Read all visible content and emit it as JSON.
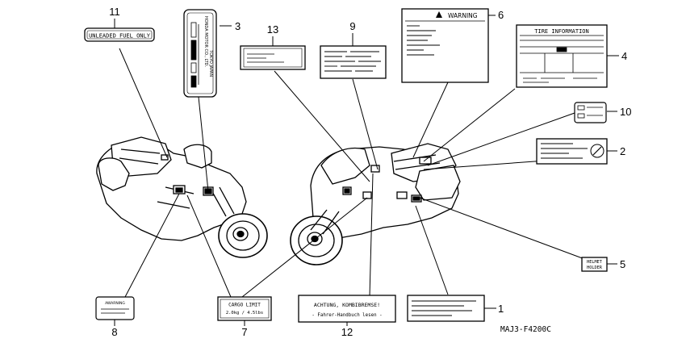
{
  "diagram": {
    "code": "MAJ3-F4200C",
    "callouts": {
      "c1": "1",
      "c2": "2",
      "c3": "3",
      "c4": "4",
      "c5": "5",
      "c6": "6",
      "c7": "7",
      "c8": "8",
      "c9": "9",
      "c10": "10",
      "c11": "11",
      "c12": "12",
      "c13": "13"
    },
    "labels": {
      "fuel": "UNLEADED FUEL ONLY",
      "honda_line1": "HONDA MOTOR CO., LTD.",
      "honda_line2": "TOKYO JAPAN",
      "warning": "WARNING",
      "tire": "TIRE INFORMATION",
      "cargo_line1": "CARGO LIMIT",
      "cargo_line2": "2.0kg / 4.5lbs",
      "achtung_line1": "ACHTUNG, KOMBIBREMSE!",
      "achtung_line2": "- Fahrer-Handbuch lesen -",
      "helmet_line1": "HELMET",
      "helmet_line2": "HOLDER",
      "awarning": "AWARNING"
    }
  }
}
